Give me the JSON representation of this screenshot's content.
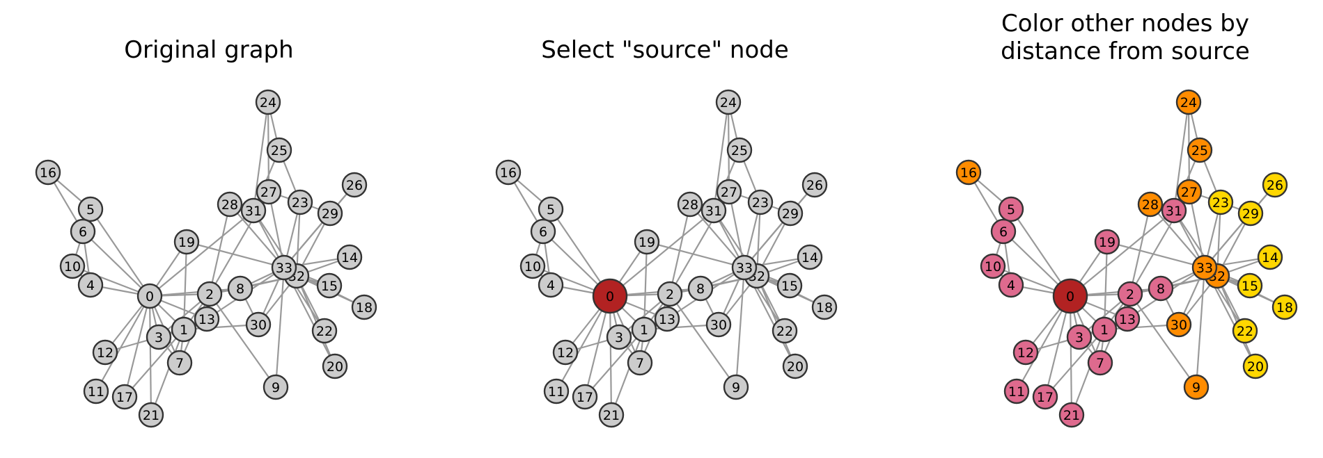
{
  "panels": [
    {
      "title": "Original graph",
      "coloring": "none"
    },
    {
      "title": "Select \"source\" node",
      "coloring": "source"
    },
    {
      "title": "Color other nodes by\ndistance from source",
      "coloring": "distance"
    }
  ],
  "colors": {
    "default": "#cccccc",
    "source": "#b22222",
    "distance_1": "#de6a8e",
    "distance_2": "#ff8c00",
    "distance_3": "#ffd700",
    "edge": "#999999",
    "node_border": "#333333"
  },
  "graph": {
    "source": 0,
    "nodes": [
      {
        "id": 0,
        "label": "0",
        "distance": 0
      },
      {
        "id": 1,
        "label": "1",
        "distance": 1
      },
      {
        "id": 2,
        "label": "2",
        "distance": 1
      },
      {
        "id": 3,
        "label": "3",
        "distance": 1
      },
      {
        "id": 4,
        "label": "4",
        "distance": 1
      },
      {
        "id": 5,
        "label": "5",
        "distance": 1
      },
      {
        "id": 6,
        "label": "6",
        "distance": 1
      },
      {
        "id": 7,
        "label": "7",
        "distance": 1
      },
      {
        "id": 8,
        "label": "8",
        "distance": 1
      },
      {
        "id": 9,
        "label": "9",
        "distance": 2
      },
      {
        "id": 10,
        "label": "10",
        "distance": 1
      },
      {
        "id": 11,
        "label": "11",
        "distance": 1
      },
      {
        "id": 12,
        "label": "12",
        "distance": 1
      },
      {
        "id": 13,
        "label": "13",
        "distance": 1
      },
      {
        "id": 14,
        "label": "14",
        "distance": 3
      },
      {
        "id": 15,
        "label": "15",
        "distance": 3
      },
      {
        "id": 16,
        "label": "16",
        "distance": 2
      },
      {
        "id": 17,
        "label": "17",
        "distance": 1
      },
      {
        "id": 18,
        "label": "18",
        "distance": 3
      },
      {
        "id": 19,
        "label": "19",
        "distance": 1
      },
      {
        "id": 20,
        "label": "20",
        "distance": 3
      },
      {
        "id": 21,
        "label": "21",
        "distance": 1
      },
      {
        "id": 22,
        "label": "22",
        "distance": 3
      },
      {
        "id": 23,
        "label": "23",
        "distance": 3
      },
      {
        "id": 24,
        "label": "24",
        "distance": 2
      },
      {
        "id": 25,
        "label": "25",
        "distance": 2
      },
      {
        "id": 26,
        "label": "26",
        "distance": 3
      },
      {
        "id": 27,
        "label": "27",
        "distance": 2
      },
      {
        "id": 28,
        "label": "28",
        "distance": 2
      },
      {
        "id": 29,
        "label": "29",
        "distance": 3
      },
      {
        "id": 30,
        "label": "30",
        "distance": 2
      },
      {
        "id": 31,
        "label": "31",
        "distance": 1
      },
      {
        "id": 32,
        "label": "32",
        "distance": 2
      },
      {
        "id": 33,
        "label": "33",
        "distance": 2
      }
    ],
    "edges": [
      [
        0,
        1
      ],
      [
        0,
        2
      ],
      [
        0,
        3
      ],
      [
        0,
        4
      ],
      [
        0,
        5
      ],
      [
        0,
        6
      ],
      [
        0,
        7
      ],
      [
        0,
        8
      ],
      [
        0,
        10
      ],
      [
        0,
        11
      ],
      [
        0,
        12
      ],
      [
        0,
        13
      ],
      [
        0,
        17
      ],
      [
        0,
        19
      ],
      [
        0,
        21
      ],
      [
        0,
        31
      ],
      [
        1,
        2
      ],
      [
        1,
        3
      ],
      [
        1,
        7
      ],
      [
        1,
        13
      ],
      [
        1,
        17
      ],
      [
        1,
        19
      ],
      [
        1,
        21
      ],
      [
        1,
        30
      ],
      [
        2,
        3
      ],
      [
        2,
        7
      ],
      [
        2,
        8
      ],
      [
        2,
        9
      ],
      [
        2,
        13
      ],
      [
        2,
        27
      ],
      [
        2,
        28
      ],
      [
        2,
        32
      ],
      [
        3,
        7
      ],
      [
        3,
        12
      ],
      [
        3,
        13
      ],
      [
        4,
        6
      ],
      [
        4,
        10
      ],
      [
        5,
        6
      ],
      [
        5,
        10
      ],
      [
        5,
        16
      ],
      [
        6,
        16
      ],
      [
        8,
        30
      ],
      [
        8,
        32
      ],
      [
        8,
        33
      ],
      [
        9,
        33
      ],
      [
        13,
        33
      ],
      [
        14,
        32
      ],
      [
        14,
        33
      ],
      [
        15,
        32
      ],
      [
        15,
        33
      ],
      [
        18,
        32
      ],
      [
        18,
        33
      ],
      [
        19,
        33
      ],
      [
        20,
        32
      ],
      [
        20,
        33
      ],
      [
        22,
        32
      ],
      [
        22,
        33
      ],
      [
        23,
        25
      ],
      [
        23,
        27
      ],
      [
        23,
        29
      ],
      [
        23,
        32
      ],
      [
        23,
        33
      ],
      [
        24,
        25
      ],
      [
        24,
        27
      ],
      [
        24,
        31
      ],
      [
        25,
        31
      ],
      [
        26,
        29
      ],
      [
        26,
        33
      ],
      [
        27,
        33
      ],
      [
        28,
        31
      ],
      [
        28,
        33
      ],
      [
        29,
        32
      ],
      [
        29,
        33
      ],
      [
        30,
        32
      ],
      [
        30,
        33
      ],
      [
        31,
        32
      ],
      [
        31,
        33
      ],
      [
        32,
        33
      ]
    ]
  }
}
